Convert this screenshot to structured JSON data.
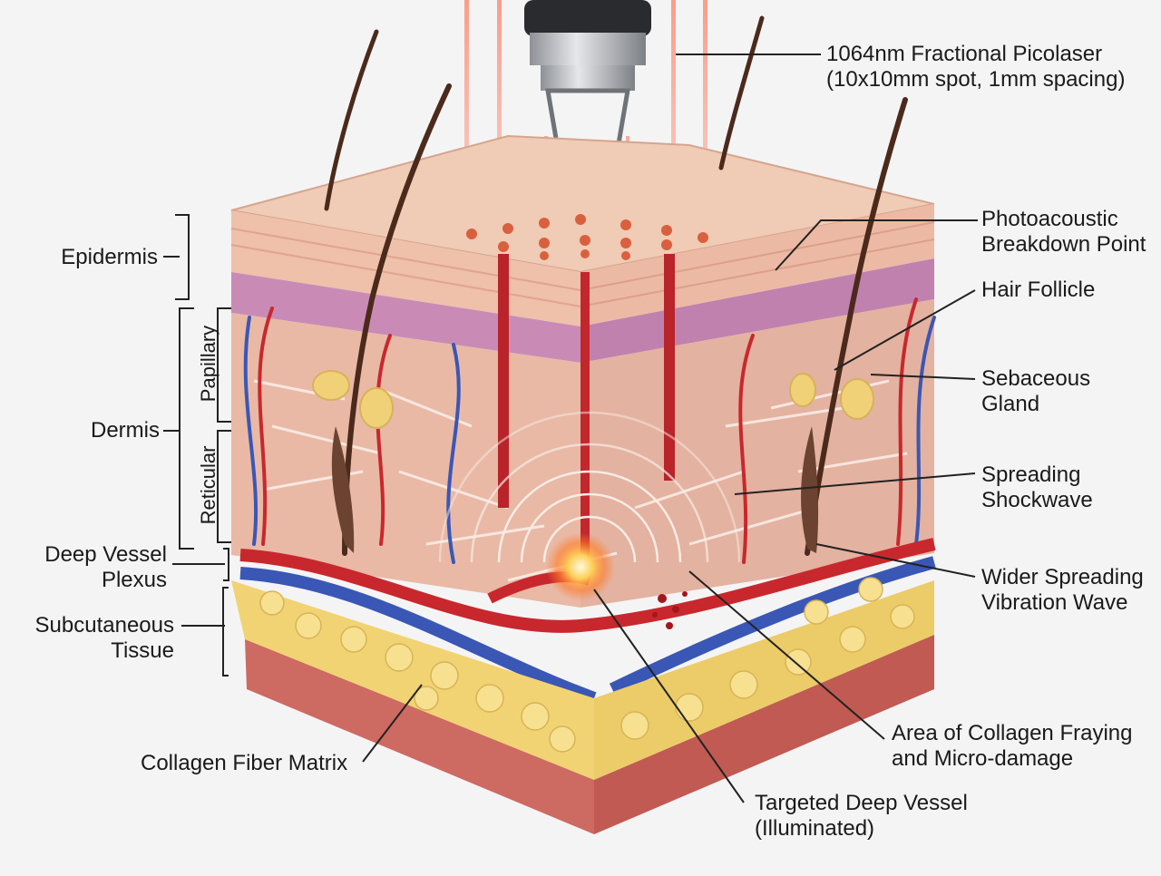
{
  "labels": {
    "laser": {
      "line1": "1064nm Fractional Picolaser",
      "line2": "(10x10mm spot, 1mm spacing)"
    },
    "photoacoustic": {
      "line1": "Photoacoustic",
      "line2": "Breakdown Point"
    },
    "hair_follicle": "Hair Follicle",
    "sebaceous": {
      "line1": "Sebaceous",
      "line2": "Gland"
    },
    "spreading": {
      "line1": "Spreading",
      "line2": "Shockwave"
    },
    "wider": {
      "line1": "Wider Spreading",
      "line2": "Vibration Wave"
    },
    "collagen_fraying": {
      "line1": "Area of Collagen Fraying",
      "line2": "and Micro-damage"
    },
    "targeted": {
      "line1": "Targeted Deep Vessel",
      "line2": "(Illuminated)"
    },
    "collagen_matrix": "Collagen Fiber Matrix",
    "epidermis": "Epidermis",
    "dermis": "Dermis",
    "papillary": "Papillary",
    "reticular": "Reticular",
    "deep_vessel": {
      "line1": "Deep Vessel",
      "line2": "Plexus"
    },
    "subcutaneous": {
      "line1": "Subcutaneous",
      "line2": "Tissue"
    }
  },
  "colors": {
    "epidermis": "#f0c2ae",
    "dermis": "#e8b7a6",
    "papillary_band": "#c98bb6",
    "artery": "#c8282d",
    "vein": "#3a57b5",
    "fat": "#f3d67a",
    "muscle": "#c9605a",
    "laser_beam": "#e23a2a",
    "hair": "#4b2a1c"
  }
}
